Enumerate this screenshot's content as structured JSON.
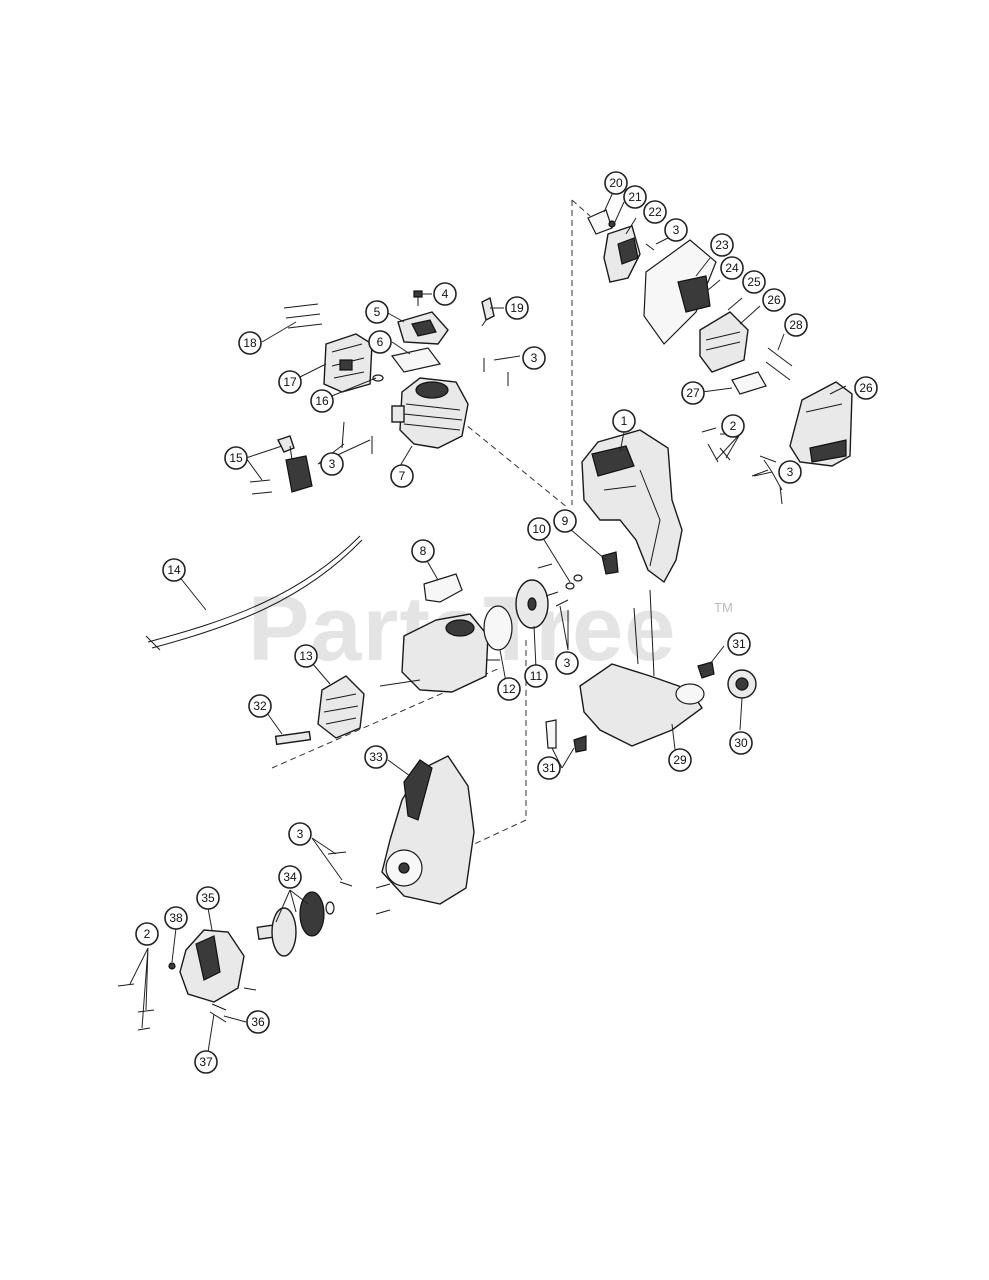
{
  "watermark": {
    "brand": "PartsTree",
    "trademark": "TM"
  },
  "callout_labels": [
    "1",
    "2",
    "3",
    "4",
    "5",
    "6",
    "7",
    "8",
    "9",
    "10",
    "11",
    "12",
    "13",
    "14",
    "15",
    "16",
    "17",
    "18",
    "19",
    "20",
    "21",
    "22",
    "23",
    "24",
    "25",
    "26",
    "27",
    "28",
    "29",
    "30",
    "31",
    "32",
    "33",
    "34",
    "35",
    "36",
    "37",
    "38"
  ]
}
